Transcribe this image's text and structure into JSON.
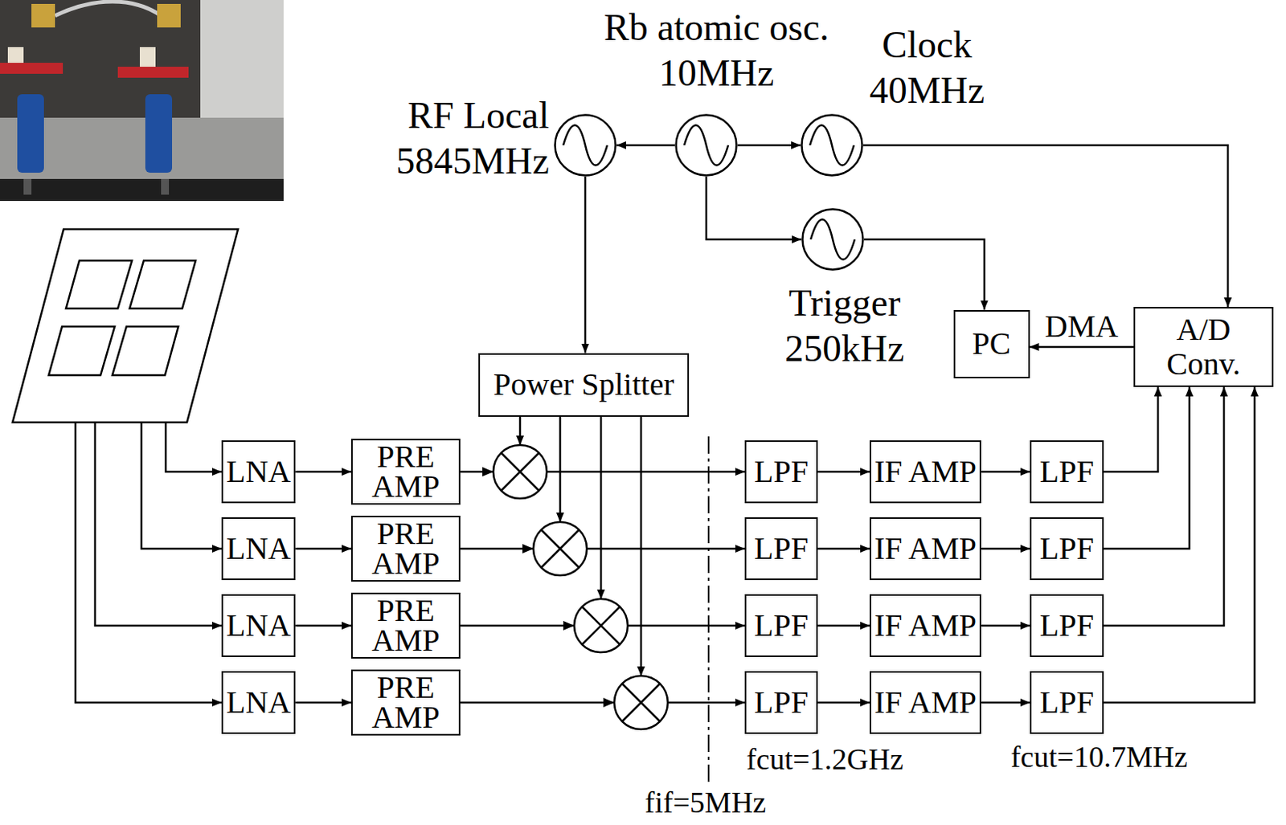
{
  "diagram": {
    "nodes": [
      {
        "text": [
          "RF Local 5845MHz"
        ]
      },
      {
        "text": [
          "Rb atomic osc. 10MHz"
        ]
      },
      {
        "text": [
          "Clock 40MHz"
        ]
      },
      {
        "text": [
          "Trigger 250kHz"
        ]
      },
      {
        "text": [
          "PC"
        ]
      },
      {
        "text": [
          "A/D Conv."
        ]
      },
      {
        "text": [
          "Power Splitter"
        ]
      },
      {
        "text": [
          "LNA"
        ]
      },
      {
        "text": [
          "PRE AMP"
        ]
      },
      {
        "text": [
          "LPF"
        ]
      },
      {
        "text": [
          "IF AMP"
        ]
      },
      {
        "text": [
          "LPF"
        ]
      },
      {
        "text": [
          "LNA"
        ]
      },
      {
        "text": [
          "PRE AMP"
        ]
      },
      {
        "text": [
          "LPF"
        ]
      },
      {
        "text": [
          "IF AMP"
        ]
      },
      {
        "text": [
          "LPF"
        ]
      },
      {
        "text": [
          "LNA"
        ]
      },
      {
        "text": [
          "PRE AMP"
        ]
      },
      {
        "text": [
          "LPF"
        ]
      },
      {
        "text": [
          "IF AMP"
        ]
      },
      {
        "text": [
          "LPF"
        ]
      },
      {
        "text": [
          "LNA"
        ]
      },
      {
        "text": [
          "PRE AMP"
        ]
      },
      {
        "text": [
          "LPF"
        ]
      },
      {
        "text": [
          "IF AMP"
        ]
      },
      {
        "text": [
          "LPF"
        ]
      }
    ],
    "edges": [
      {
        "from": 1,
        "to": 0,
        "arrow": "to"
      },
      {
        "from": 1,
        "to": 2,
        "arrow": "to"
      },
      {
        "from": 1,
        "to": 3,
        "arrow": "to"
      },
      {
        "from": 2,
        "to": 5,
        "arrow": "to"
      },
      {
        "from": 3,
        "to": 4,
        "arrow": "to"
      },
      {
        "from": 5,
        "to": 4,
        "label": "DMA",
        "arrow": "to"
      },
      {
        "from": 0,
        "to": 6,
        "arrow": "to"
      },
      {
        "from": 7,
        "to": 8,
        "arrow": "to"
      },
      {
        "from": 8,
        "to": 9,
        "arrow": "to"
      },
      {
        "from": 9,
        "to": 10,
        "arrow": "to"
      },
      {
        "from": 10,
        "to": 11,
        "arrow": "to"
      },
      {
        "from": 11,
        "to": 5,
        "arrow": "to"
      },
      {
        "from": 12,
        "to": 13,
        "arrow": "to"
      },
      {
        "from": 13,
        "to": 14,
        "arrow": "to"
      },
      {
        "from": 14,
        "to": 15,
        "arrow": "to"
      },
      {
        "from": 15,
        "to": 16,
        "arrow": "to"
      },
      {
        "from": 16,
        "to": 5,
        "arrow": "to"
      },
      {
        "from": 17,
        "to": 18,
        "arrow": "to"
      },
      {
        "from": 18,
        "to": 19,
        "arrow": "to"
      },
      {
        "from": 19,
        "to": 20,
        "arrow": "to"
      },
      {
        "from": 20,
        "to": 21,
        "arrow": "to"
      },
      {
        "from": 21,
        "to": 5,
        "arrow": "to"
      },
      {
        "from": 22,
        "to": 23,
        "arrow": "to"
      },
      {
        "from": 23,
        "to": 24,
        "arrow": "to"
      },
      {
        "from": 24,
        "to": 25,
        "arrow": "to"
      },
      {
        "from": 25,
        "to": 26,
        "arrow": "to"
      },
      {
        "from": 26,
        "to": 5,
        "arrow": "to"
      }
    ],
    "labels": [
      "fcut=1.2GHz",
      "fcut=10.7MHz",
      "fif=5MHz"
    ]
  }
}
